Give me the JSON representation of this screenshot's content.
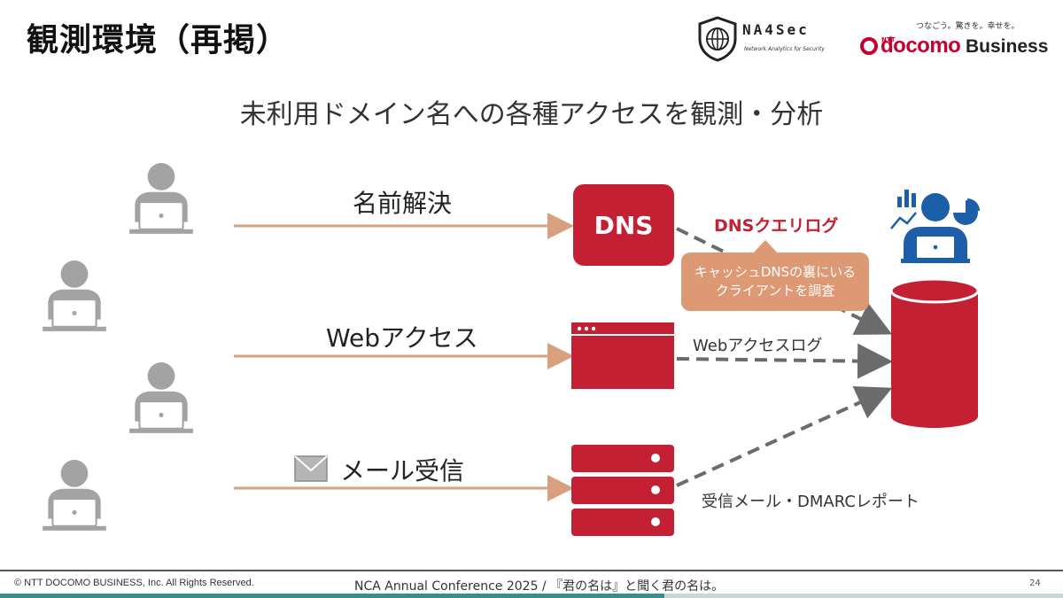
{
  "header": {
    "title": "観測環境（再掲）",
    "logo_na4sec": "NA4Sec",
    "logo_na4sec_sub": "Network Analytics for Security",
    "logo_docomo_slogan": "つなごう。驚きを。幸せを。",
    "logo_docomo_ntt": "NTT",
    "logo_docomo": "docomo",
    "logo_business": "Business"
  },
  "subtitle": "未利用ドメイン名への各種アクセスを観測・分析",
  "flows": {
    "name_resolution": "名前解決",
    "web_access": "Webアクセス",
    "mail_receive": "メール受信"
  },
  "servers": {
    "dns_label": "DNS"
  },
  "logs": {
    "dns_query_log": "DNSクエリログ",
    "callout_line1": "キャッシュDNSの裏にいる",
    "callout_line2": "クライアントを調査",
    "web_access_log": "Webアクセスログ",
    "mail_log": "受信メール・DMARCレポート"
  },
  "footer": {
    "copyright": "© NTT DOCOMO BUSINESS, Inc. All Rights Reserved.",
    "conference": "NCA Annual Conference 2025 / 『君の名は』と聞く君の名は。",
    "page_number": "24"
  },
  "colors": {
    "accent_red": "#c32033",
    "arrow_orange": "#d9a07f",
    "callout_orange": "#dc9974",
    "analyst_blue": "#1c5fa8",
    "user_gray": "#a3a3a3",
    "dashed_gray": "#6b6b6b"
  },
  "icons": [
    "user-with-laptop-icon",
    "envelope-icon",
    "browser-window-icon",
    "server-stack-icon",
    "database-cylinder-icon",
    "analyst-icon",
    "bar-chart-icon",
    "pie-chart-icon"
  ]
}
